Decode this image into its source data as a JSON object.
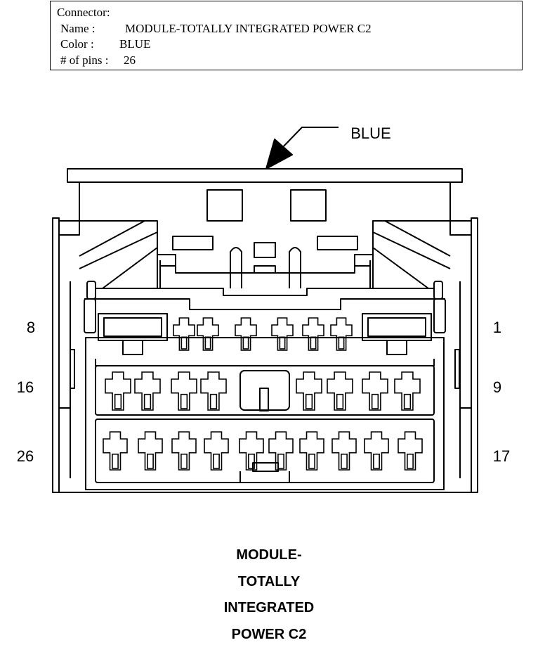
{
  "connector": {
    "header": "Connector:",
    "name_label": "Name :",
    "name_value": "MODULE-TOTALLY INTEGRATED POWER C2",
    "color_label": "Color :",
    "color_value": "BLUE",
    "pins_label": "# of pins :",
    "pins_value": "26"
  },
  "callout": {
    "label": "BLUE"
  },
  "pin_labels": {
    "row1_left": "8",
    "row1_right": "1",
    "row2_left": "16",
    "row2_right": "9",
    "row3_left": "26",
    "row3_right": "17"
  },
  "caption": {
    "line1": "MODULE-",
    "line2": "TOTALLY",
    "line3": "INTEGRATED",
    "line4": "POWER C2"
  }
}
